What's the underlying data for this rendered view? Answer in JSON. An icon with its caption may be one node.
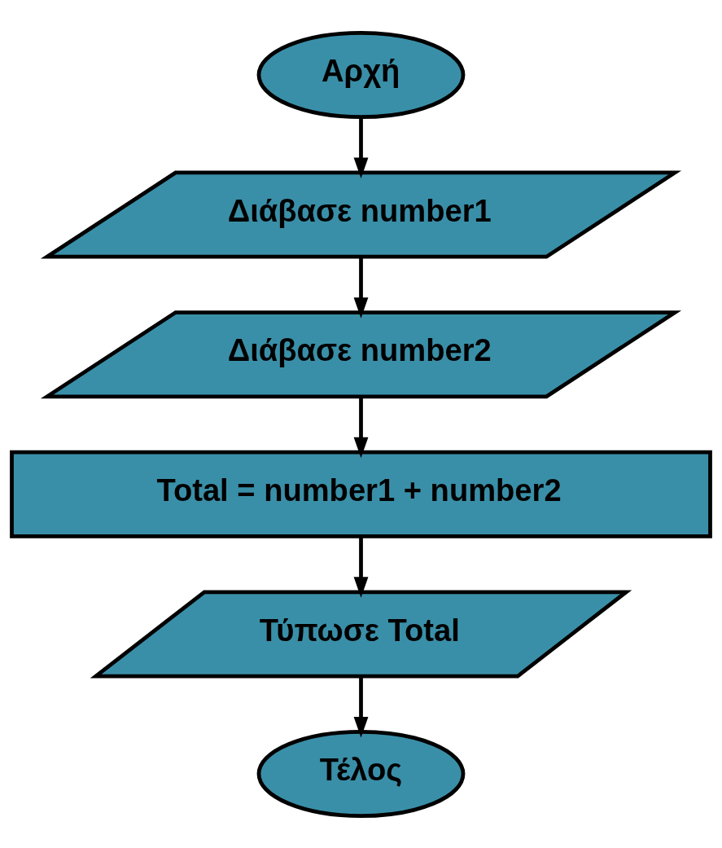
{
  "diagram": {
    "nodes": [
      {
        "text": [
          "Αρχή"
        ]
      },
      {
        "text": [
          "Διάβασε number1"
        ]
      },
      {
        "text": [
          "Διάβασε number2"
        ]
      },
      {
        "text": [
          "Total = number1 + number2"
        ]
      },
      {
        "text": [
          "Τύπωσε Total"
        ]
      },
      {
        "text": [
          "Τέλος"
        ]
      }
    ],
    "edges": [
      {
        "from": 0,
        "to": 1,
        "arrow": "to"
      },
      {
        "from": 1,
        "to": 2,
        "arrow": "to"
      },
      {
        "from": 2,
        "to": 3,
        "arrow": "to"
      },
      {
        "from": 3,
        "to": 4,
        "arrow": "to"
      },
      {
        "from": 4,
        "to": 5,
        "arrow": "to"
      }
    ]
  }
}
